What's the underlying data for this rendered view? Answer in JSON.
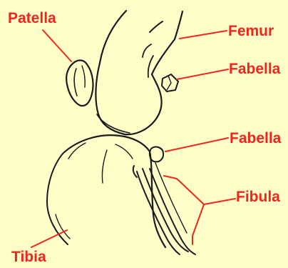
{
  "labels": {
    "patella": "Patella",
    "femur": "Femur",
    "fabella_upper": "Fabella",
    "fabella_lower": "Fabella",
    "fibula": "Fibula",
    "tibia": "Tibia"
  },
  "colors": {
    "background": "#fffec8",
    "label": "#f0261e",
    "leader": "#f0261e",
    "outline": "#1a1a1a"
  }
}
